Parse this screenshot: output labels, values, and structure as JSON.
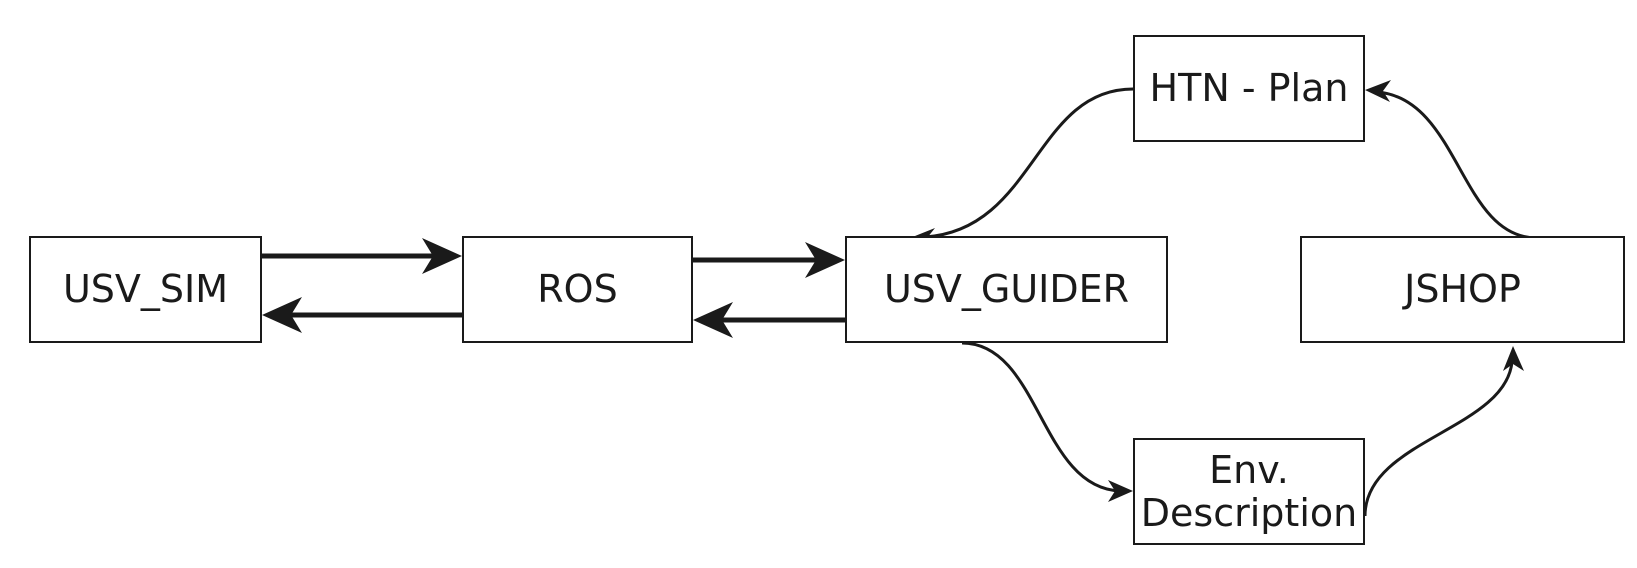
{
  "nodes": {
    "usv_sim": {
      "label": "USV_SIM"
    },
    "ros": {
      "label": "ROS"
    },
    "usv_guider": {
      "label": "USV_GUIDER"
    },
    "htn_plan": {
      "label": "HTN - Plan"
    },
    "jshop": {
      "label": "JSHOP"
    },
    "env_description": {
      "label": "Env.\nDescription"
    }
  },
  "edges": [
    {
      "from": "USV_SIM",
      "to": "ROS"
    },
    {
      "from": "ROS",
      "to": "USV_SIM"
    },
    {
      "from": "ROS",
      "to": "USV_GUIDER"
    },
    {
      "from": "USV_GUIDER",
      "to": "ROS"
    },
    {
      "from": "USV_GUIDER",
      "to": "Env. Description"
    },
    {
      "from": "Env. Description",
      "to": "JSHOP"
    },
    {
      "from": "JSHOP",
      "to": "HTN - Plan"
    },
    {
      "from": "HTN - Plan",
      "to": "USV_GUIDER"
    }
  ],
  "colors": {
    "stroke": "#1a1a1a",
    "background": "#ffffff"
  }
}
